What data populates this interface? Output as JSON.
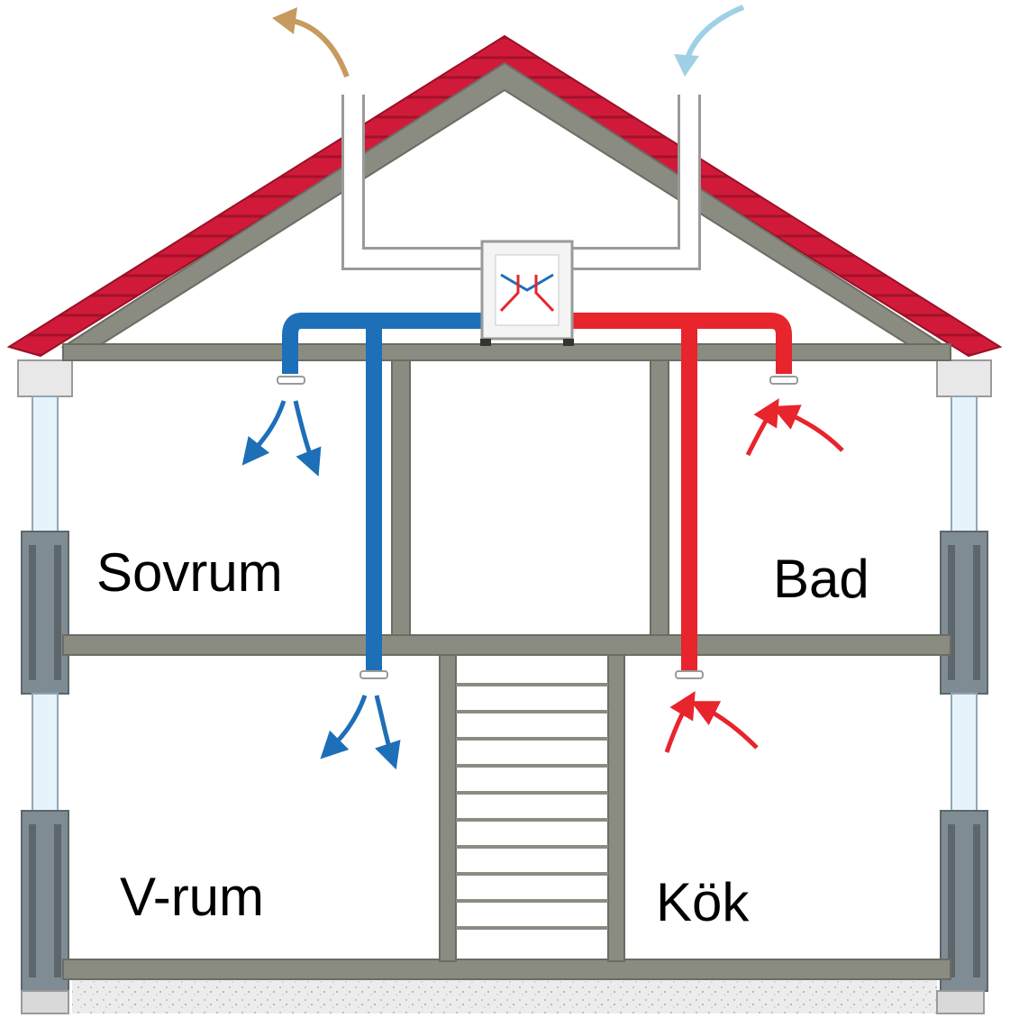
{
  "diagram": {
    "rooms": {
      "bedroom": "Sovrum",
      "bathroom": "Bad",
      "living_room": "V-rum",
      "kitchen": "Kök"
    }
  },
  "colors": {
    "roof_tiles": "#d11a3a",
    "roof_frame": "#8a8c82",
    "structure": "#8a8c82",
    "supply_air": "#1d6fb8",
    "extract_air": "#e8242c",
    "exhaust_arrow": "#c79a5f",
    "intake_arrow": "#9fd0e6",
    "ground_fill": "#e6e6e6"
  },
  "icons": [
    "exhaust-arrow-icon",
    "intake-arrow-icon",
    "supply-arrow-icon",
    "extract-arrow-icon",
    "heat-exchanger-icon"
  ]
}
